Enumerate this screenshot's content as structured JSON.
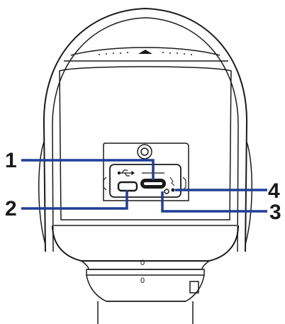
{
  "callouts": [
    {
      "number": "1"
    },
    {
      "number": "2"
    },
    {
      "number": "3"
    },
    {
      "number": "4"
    }
  ],
  "device_marks": {
    "upper_zero": "0",
    "lower_zero": "0"
  },
  "icons": [
    "usb-icon",
    "screw-icon",
    "sd-card-slot-icon",
    "usb-port-icon",
    "reset-button-icon",
    "led-indicator-icon"
  ],
  "colors": {
    "outline": "#1a1a1a",
    "callout_line": "#1f3f97",
    "background": "#ffffff"
  }
}
